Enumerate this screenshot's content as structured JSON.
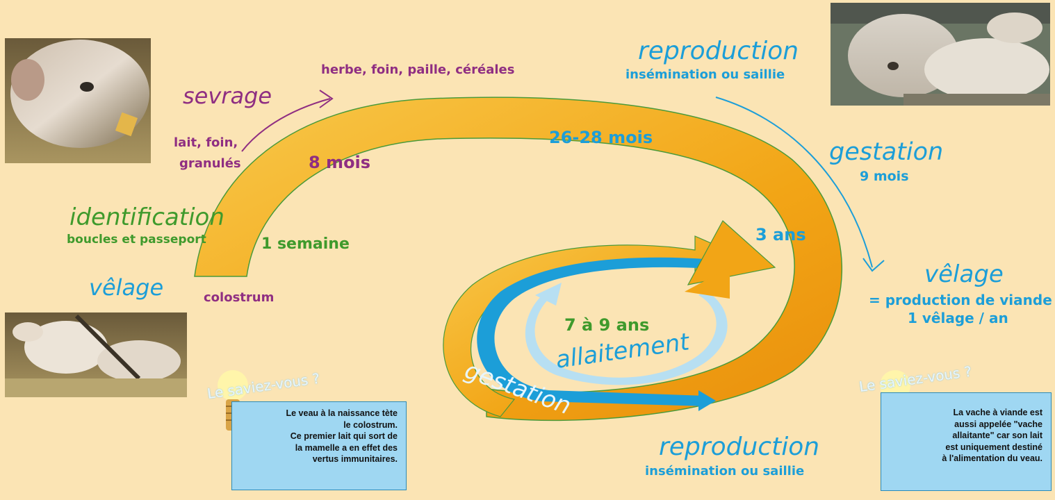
{
  "colors": {
    "background": "#fbe4b4",
    "purple": "#8f2e82",
    "green": "#3f9a2c",
    "blue": "#1c9ed8",
    "light_blue": "#b7dff2",
    "arrow_orange": "#f2a516",
    "note_box": "#9fd7f2"
  },
  "photos": [
    "calf-head-photo",
    "lying-calf-photo",
    "cow-herd-photo"
  ],
  "labels": {
    "sevrage": "sevrage",
    "sevrage_food_line1": "lait, foin,",
    "sevrage_food_line2": "granulés",
    "adult_food": "herbe, foin, paille, céréales",
    "eight_months": "8 mois",
    "identification": "identification",
    "identification_sub": "boucles et passeport",
    "one_week": "1 semaine",
    "velage_left": "vêlage",
    "colostrum": "colostrum",
    "reproduction_top": "reproduction",
    "reproduction_top_sub": "insémination ou saillie",
    "age_26_28": "26-28 mois",
    "gestation_right": "gestation",
    "gestation_right_sub": "9 mois",
    "three_years": "3 ans",
    "velage_right": "vêlage",
    "velage_right_sub1": "= production de viande",
    "velage_right_sub2": "1 vêlage / an",
    "seven_nine_years": "7 à 9 ans",
    "allaitement": "allaitement",
    "gestation_inner": "gestation",
    "reproduction_bottom": "reproduction",
    "reproduction_bottom_sub": "insémination ou saillie"
  },
  "notes": [
    {
      "heading": "Le saviez-vous ?",
      "lines": [
        "Le veau à la naissance tète",
        "le colostrum.",
        "Ce premier lait qui sort de",
        "la mamelle a en effet des",
        "vertus immunitaires."
      ]
    },
    {
      "heading": "Le saviez-vous ?",
      "lines": [
        "La vache à viande est",
        "aussi appelée \"vache",
        "allaitante\" car son lait",
        "est uniquement destiné",
        "à l'alimentation du veau."
      ]
    }
  ]
}
